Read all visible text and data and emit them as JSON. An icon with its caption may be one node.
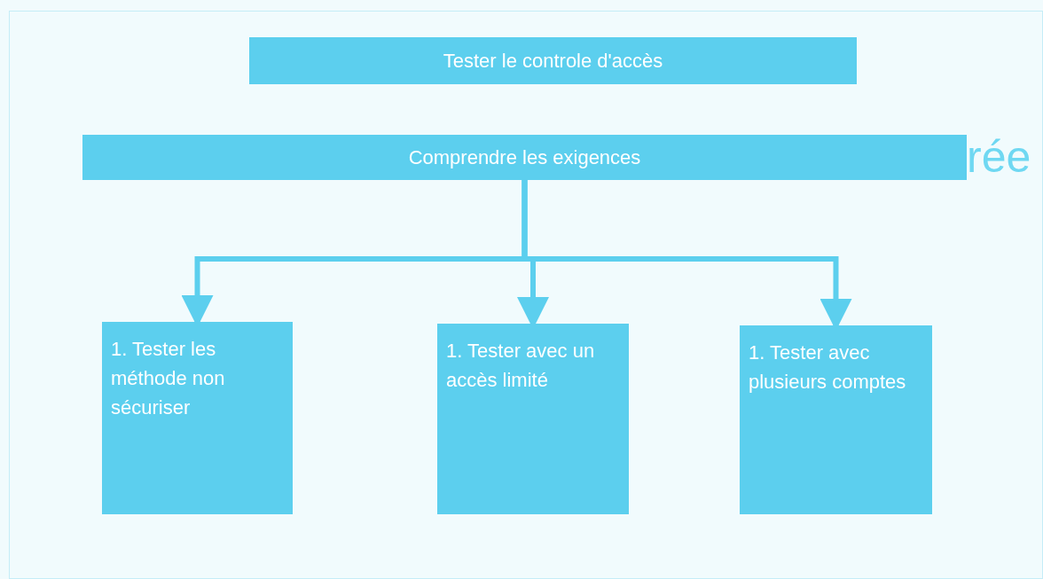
{
  "diagram": {
    "nodes": [
      {
        "text": [
          "Tester le controle d'accès"
        ]
      },
      {
        "text": [
          "Comprendre les exigences"
        ]
      },
      {
        "text": [
          "1. Tester les méthode non sécuriser"
        ]
      },
      {
        "text": [
          "1. Tester avec un accès limité"
        ]
      },
      {
        "text": [
          "1. Tester avec plusieurs comptes"
        ]
      }
    ],
    "edges": [
      {
        "from": 1,
        "to": 2,
        "arrow": "to"
      },
      {
        "from": 1,
        "to": 3,
        "arrow": "to"
      },
      {
        "from": 1,
        "to": 4,
        "arrow": "to"
      }
    ],
    "labels": [
      "rée"
    ]
  }
}
